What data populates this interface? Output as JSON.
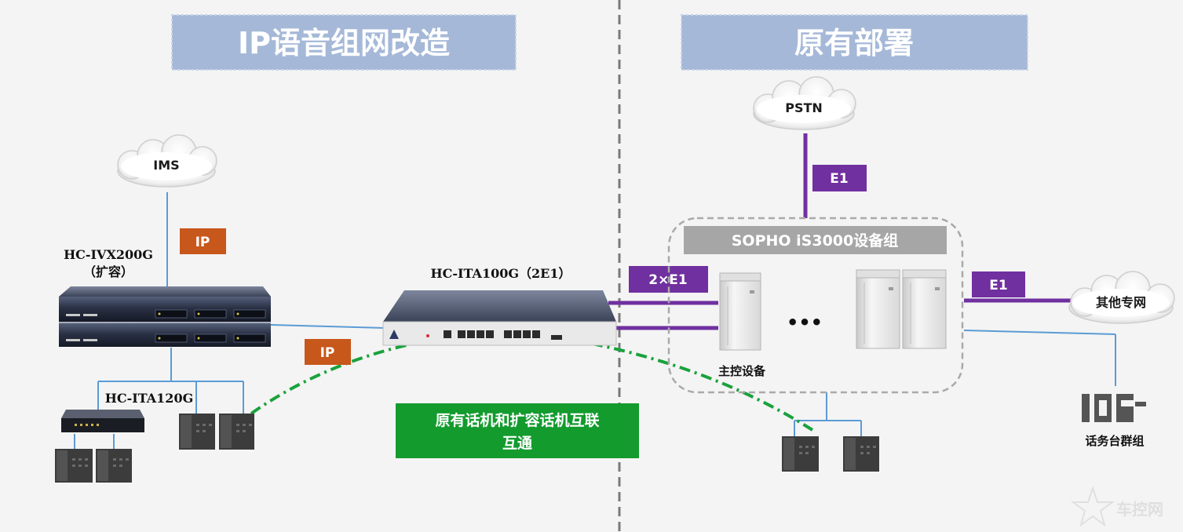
{
  "left_title": "IP语音组网改造",
  "right_title": "原有部署",
  "clouds": {
    "ims": "IMS",
    "pstn": "PSTN",
    "other_network": "其他专网"
  },
  "tags": {
    "ip_top": "IP",
    "ip_mid": "IP",
    "e1_pstn": "E1",
    "e1_other": "E1",
    "two_e1": "2×E1"
  },
  "devices": {
    "ivx_model": "HC-IVX200G",
    "ivx_note": "（扩容）",
    "ita100_model": "HC-ITA100G（2E1）",
    "ita120_model": "HC-ITA120G"
  },
  "sopho_group": "SOPHO iS3000设备组",
  "main_control": "主控设备",
  "ellipsis": "•••",
  "console_group": "话务台群组",
  "interconnect_label": {
    "line1": "原有话机和扩容话机互联",
    "line2": "互通"
  },
  "watermark": "车控网",
  "colors": {
    "background": "#f4f4f4",
    "title_band": "#a5b8d8",
    "ip_tag": "#c8571b",
    "e1_purple": "#7030a0",
    "link_blue": "#5b9bd5",
    "interconnect_green": "#139b2e",
    "dash_green": "#19a23c",
    "divider": "#7a7a7a",
    "sopho_header": "#a6a6a6",
    "phone_gray": "#3c3c3c"
  }
}
